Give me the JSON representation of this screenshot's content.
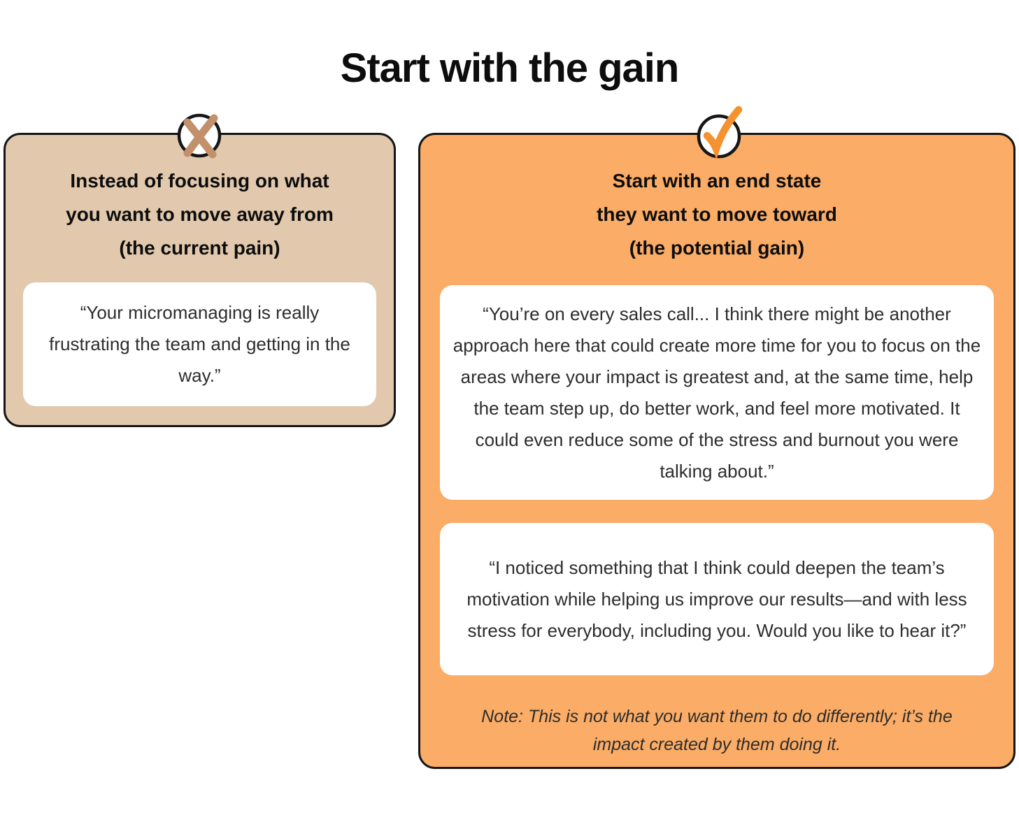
{
  "page": {
    "title": "Start with the gain"
  },
  "colors": {
    "page_bg": "#ffffff",
    "left_panel_bg": "#e2c9ae",
    "right_panel_bg": "#fbac66",
    "left_icon": "#c2906a",
    "right_icon": "#f5912f",
    "border": "#161616",
    "card_bg": "#ffffff",
    "heading_text": "#0d0d0d",
    "body_text": "#2d2d2d"
  },
  "left_panel": {
    "icon": "x-mark-icon",
    "heading": {
      "line1": "Instead of focusing on what",
      "line2": "you want to move away from",
      "line3": "(the current pain)"
    },
    "quote": "“Your micromanaging is really frustrating the team and getting in the way.”"
  },
  "right_panel": {
    "icon": "check-mark-icon",
    "heading": {
      "line1": "Start with an end state",
      "line2": "they want to move toward",
      "line3": "(the potential gain)"
    },
    "quote1": "“You’re on every sales call... I think there might be another approach here that could create more time for you to focus on the areas where your impact is greatest and, at the same time, help the team step up, do better work, and feel more motivated. It could even reduce some of the stress and burnout you were talking about.”",
    "quote2": "“I noticed something that I think could deepen the team’s motivation while helping us improve our results—and with less stress for everybody, including you. Would you like to hear it?”",
    "note": "Note: This is not what you want them to do differently; it’s the impact created by them doing it."
  }
}
